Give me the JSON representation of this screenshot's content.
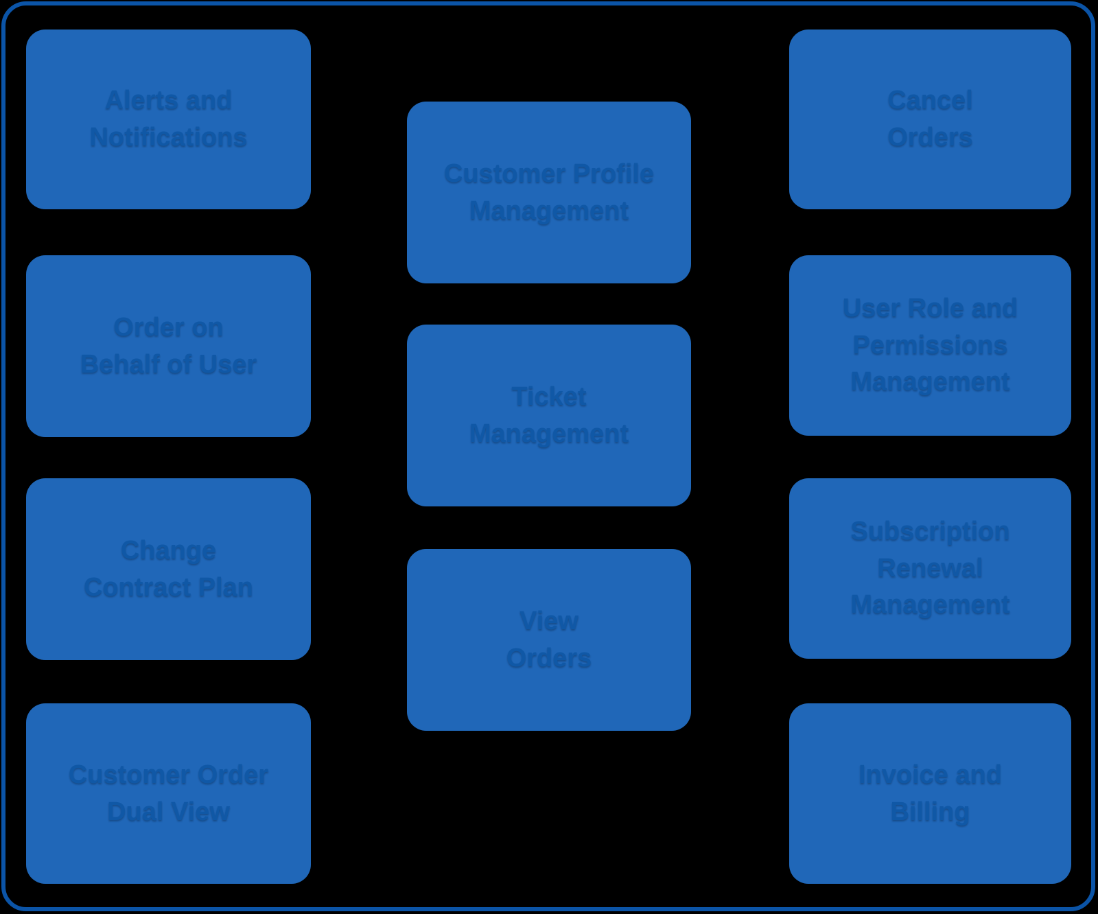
{
  "colors": {
    "background": "#000000",
    "frame_border": "#0B54A7",
    "box_fill": "#2067B8",
    "box_text": "#1058A6"
  },
  "columns": [
    {
      "boxes": [
        {
          "lines": [
            "Alerts and",
            "Notifications"
          ]
        },
        {
          "lines": [
            "Order on",
            "Behalf of User"
          ]
        },
        {
          "lines": [
            "Change",
            "Contract Plan"
          ]
        },
        {
          "lines": [
            "Customer Order",
            "Dual View"
          ]
        }
      ]
    },
    {
      "boxes": [
        {
          "lines": [
            "Customer Profile",
            "Management"
          ]
        },
        {
          "lines": [
            "Ticket",
            "Management"
          ]
        },
        {
          "lines": [
            "View",
            "Orders"
          ]
        }
      ]
    },
    {
      "boxes": [
        {
          "lines": [
            "Cancel",
            "Orders"
          ]
        },
        {
          "lines": [
            "User Role and",
            "Permissions",
            "Management"
          ]
        },
        {
          "lines": [
            "Subscription",
            "Renewal",
            "Management"
          ]
        },
        {
          "lines": [
            "Invoice and",
            "Billing"
          ]
        }
      ]
    }
  ]
}
